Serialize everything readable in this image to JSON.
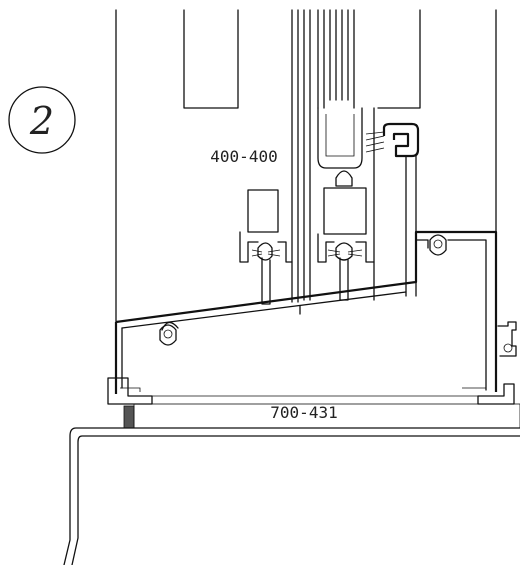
{
  "drawing": {
    "detail_number": "2",
    "labels": {
      "upper_part": "400-400",
      "sill_part": "700-431"
    }
  }
}
